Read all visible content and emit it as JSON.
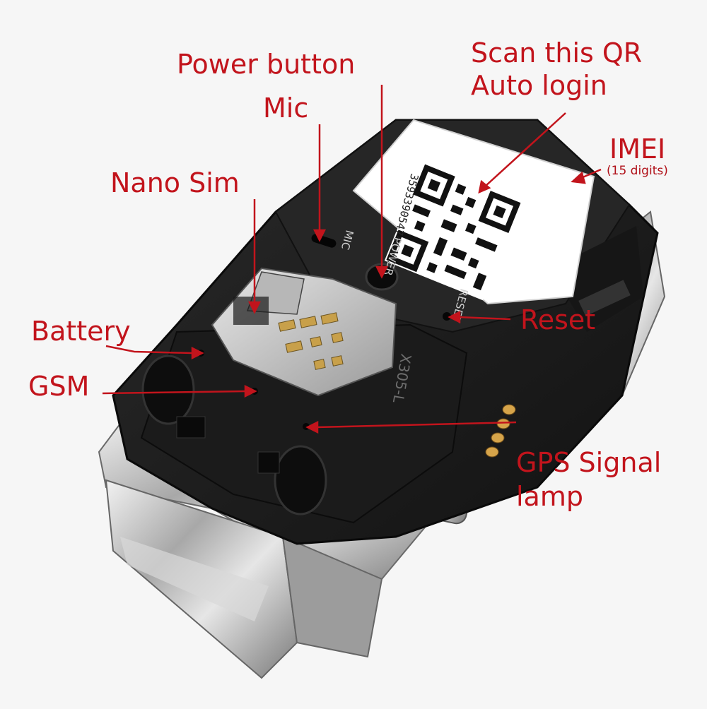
{
  "labels": {
    "power_button": "Power button",
    "mic": "Mic",
    "nano_sim": "Nano Sim",
    "battery": "Battery",
    "gsm": "GSM",
    "scan_qr_line1": "Scan this QR",
    "scan_qr_line2": "Auto login",
    "imei": "IMEI",
    "imei_note": "(15 digits)",
    "reset": "Reset",
    "gps_line1": "GPS Signal",
    "gps_line2": "lamp"
  },
  "device_markings": {
    "mic": "MIC",
    "power": "POWER",
    "reset": "RESET",
    "model": "X305-L",
    "imei_number": "359339054744497"
  },
  "colors": {
    "annotation": "#c2141c",
    "body": "#1e1e1e",
    "metal": "#c9c9c9",
    "background": "#f6f6f6"
  }
}
